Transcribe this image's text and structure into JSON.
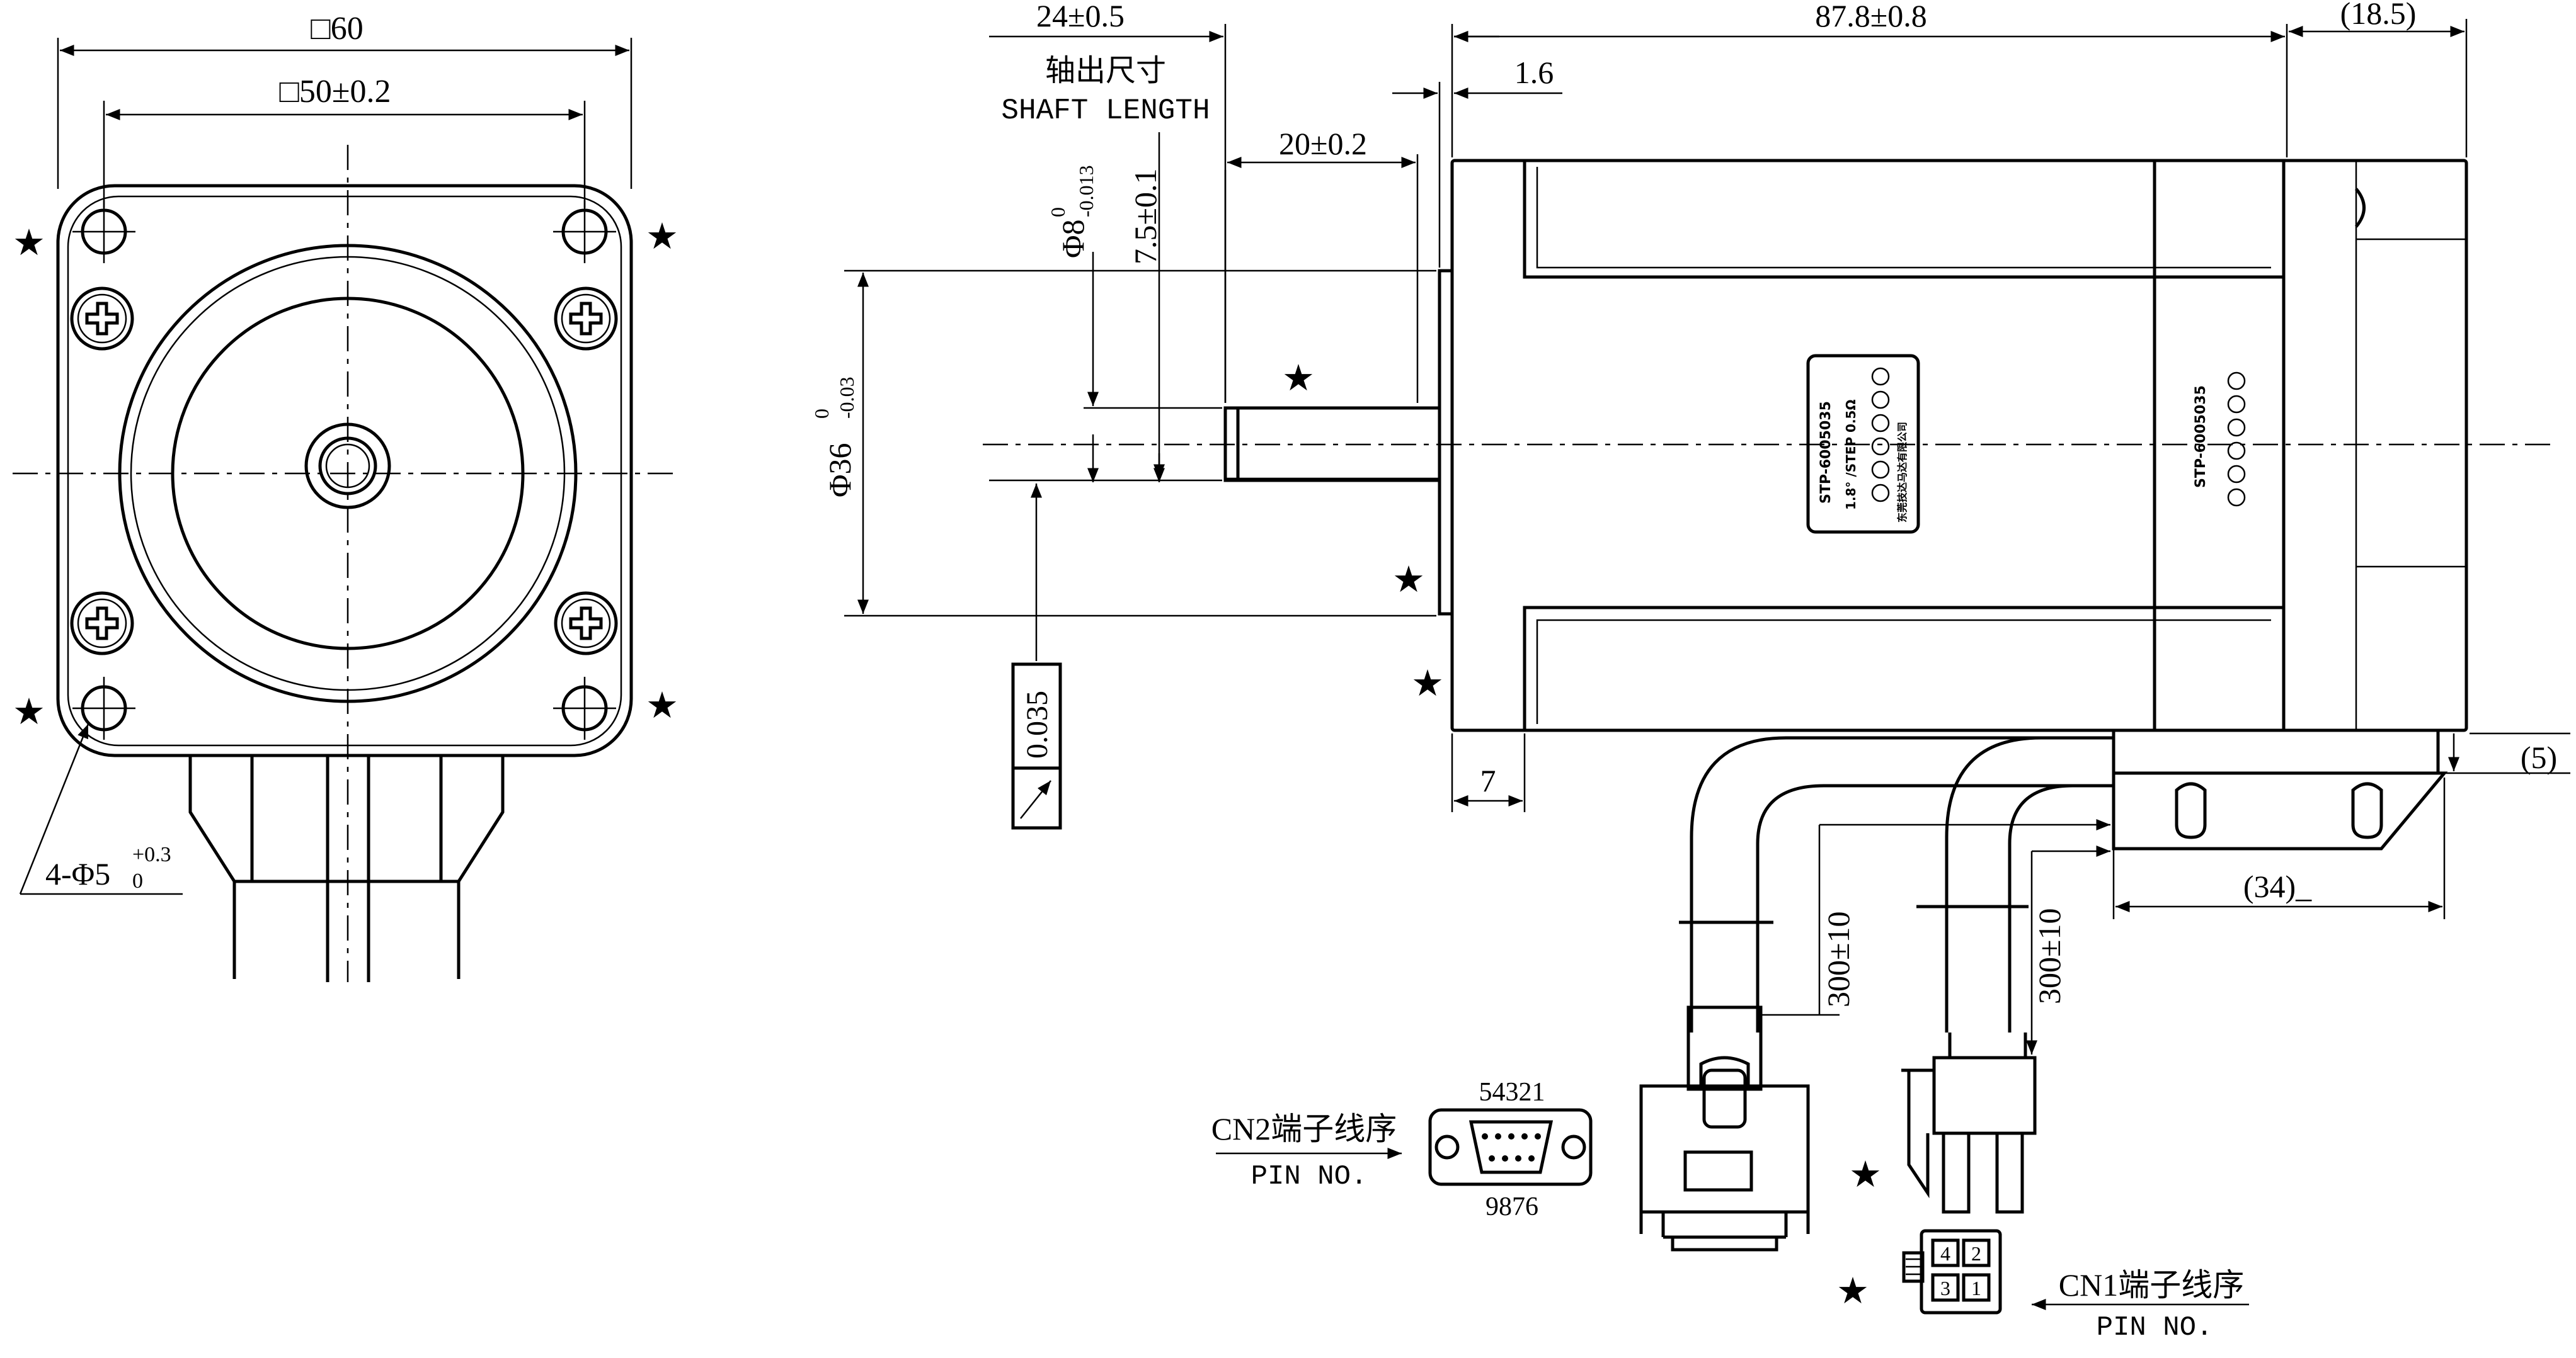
{
  "front_view": {
    "outer_square": "□60",
    "bolt_pitch": "□50±0.2",
    "holes_label": "4-Φ5",
    "holes_tol_upper": "+0.3",
    "holes_tol_lower": "0"
  },
  "side_view": {
    "shaft_total": "24±0.5",
    "shaft_length_cn": "轴出尺寸",
    "shaft_length_en": "SHAFT LENGTH",
    "body_length": "87.8±0.8",
    "rear_length": "(18.5)",
    "flange_thickness": "1.6",
    "flat_length": "20±0.2",
    "shaft_dia": "Φ8",
    "shaft_dia_tol_upper": "0",
    "shaft_dia_tol_lower": "-0.013",
    "flat_depth": "7.5±0.1",
    "pilot_dia": "Φ36",
    "pilot_dia_tol_upper": "0",
    "pilot_dia_tol_lower": "-0.03",
    "runout": "0.035",
    "front_flange": "7",
    "connector_offset": "(5)",
    "connector_length": "(34)_",
    "cable1": "300±10",
    "cable2": "300±10"
  },
  "label": {
    "model": "STP-6005035",
    "spec": "1.8° /STEP 0.5Ω",
    "maker": "东莞技达马达有限公司",
    "rear_model": "STP-6005035"
  },
  "cn2": {
    "title": "CN2端子线序",
    "pin_label": "PIN NO.",
    "top_pins": "54321",
    "bottom_pins": "9876"
  },
  "cn1": {
    "title": "CN1端子线序",
    "pin_label": "PIN NO.",
    "pins": [
      "4",
      "2",
      "3",
      "1"
    ]
  },
  "marks": {
    "star": "★"
  }
}
